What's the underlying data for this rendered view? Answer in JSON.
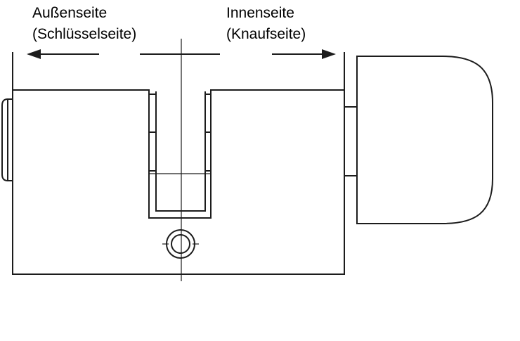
{
  "diagram": {
    "labels": {
      "outside_line1": "Außenseite",
      "outside_line2": "(Schlüsselseite)",
      "inside_line1": "Innenseite",
      "inside_line2": "(Knaufseite)"
    },
    "colors": {
      "background": "#ffffff",
      "line": "#1c1c1c",
      "text": "#000000"
    },
    "description": "Technical line drawing of a knob cylinder lock: outside key side on the left, inside knob side on the right"
  }
}
